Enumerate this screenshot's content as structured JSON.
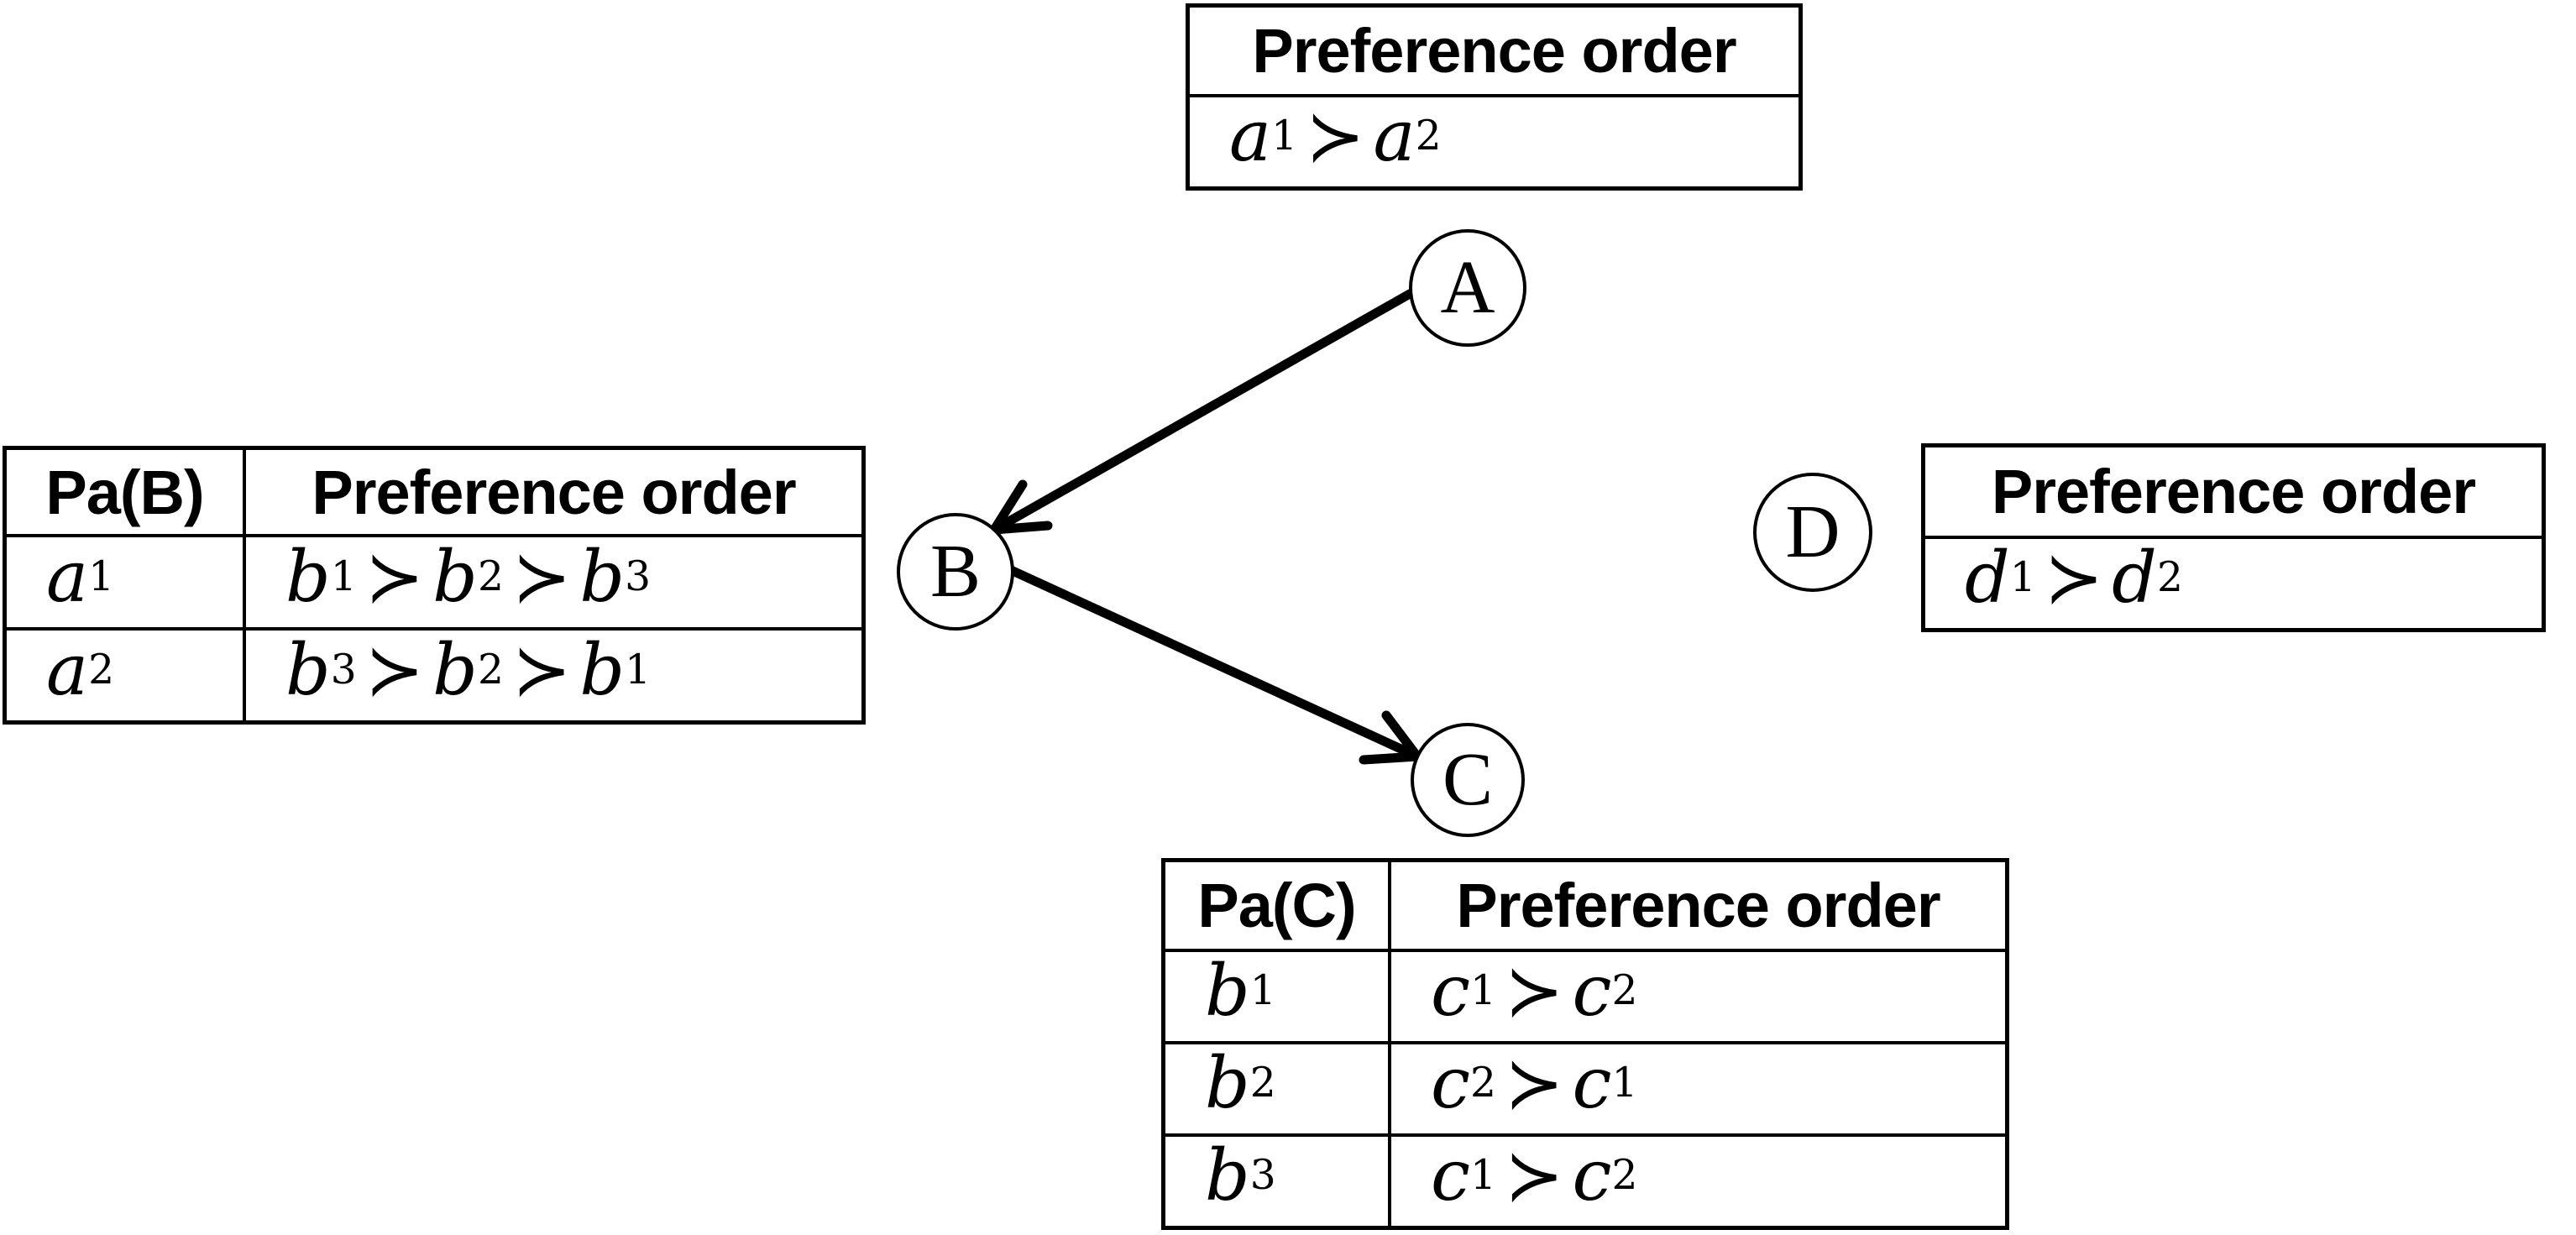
{
  "colors": {
    "ink": "#000000",
    "background": "#ffffff"
  },
  "graph": {
    "nodes": [
      {
        "id": "A",
        "label": "A"
      },
      {
        "id": "B",
        "label": "B"
      },
      {
        "id": "C",
        "label": "C"
      },
      {
        "id": "D",
        "label": "D"
      }
    ],
    "edges": [
      {
        "from": "A",
        "to": "B"
      },
      {
        "from": "B",
        "to": "C"
      }
    ]
  },
  "tables": {
    "cpt_a": {
      "headers": [
        "Preference order"
      ],
      "rows": [
        {
          "preference": "a₁ ≻ a₂"
        }
      ]
    },
    "cpt_b": {
      "headers": [
        "Pa(B)",
        "Preference order"
      ],
      "rows": [
        {
          "parent": "a₁",
          "preference": "b₁ ≻ b₂ ≻ b₃"
        },
        {
          "parent": "a₂",
          "preference": "b₃ ≻ b₂ ≻ b₁"
        }
      ]
    },
    "cpt_c": {
      "headers": [
        "Pa(C)",
        "Preference order"
      ],
      "rows": [
        {
          "parent": "b₁",
          "preference": "c₁ ≻ c₂"
        },
        {
          "parent": "b₂",
          "preference": "c₂ ≻ c₁"
        },
        {
          "parent": "b₃",
          "preference": "c₁ ≻ c₂"
        }
      ]
    },
    "cpt_d": {
      "headers": [
        "Preference order"
      ],
      "rows": [
        {
          "preference": "d₁ ≻ d₂"
        }
      ]
    }
  }
}
